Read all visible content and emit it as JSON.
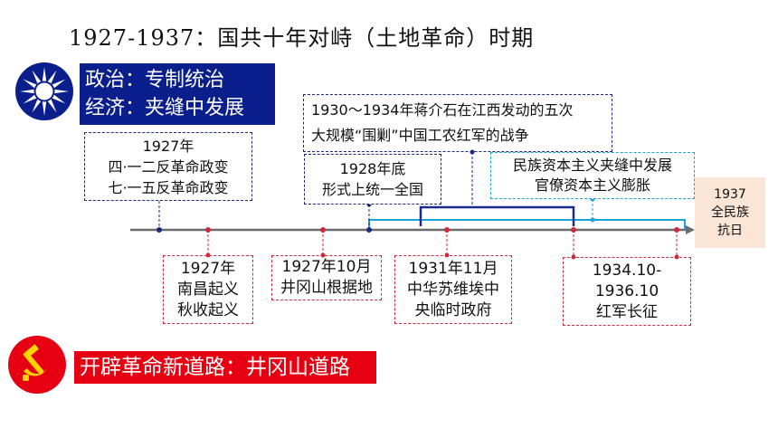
{
  "title": "1927-1937：国共十年对峙（土地革命）时期",
  "kmt": {
    "emblem": "kmt-emblem",
    "line1": "政治：专制统治",
    "line2": "经济：夹缝中发展"
  },
  "cpc": {
    "emblem": "hammer-sickle-emblem",
    "label": "开辟革命新道路：井冈山道路"
  },
  "above_events": {
    "e1927": {
      "year": "1927年",
      "line1": "四·一二反革命政变",
      "line2": "七·一五反革命政变"
    },
    "e1928": {
      "line1": "1928年底",
      "line2": "形式上统一全国"
    },
    "campaign": {
      "line1": "1930～1934年蒋介石在江西发动的五次",
      "line2": "大规模“围剿”中国工农红军的战争"
    },
    "capital": {
      "line1": "民族资本主义夹缝中发展",
      "line2": "官僚资本主义膨胀"
    },
    "e1937": {
      "line1": "1937",
      "line2": "全民族",
      "line3": "抗日"
    }
  },
  "below_events": {
    "nanchang": {
      "line1": "1927年",
      "line2": "南昌起义",
      "line3": "秋收起义"
    },
    "jinggang": {
      "line1": "1927年10月",
      "line2": "井冈山根据地"
    },
    "soviet": {
      "line1": "1931年11月",
      "line2": "中华苏维埃中",
      "line3": "央临时政府"
    },
    "march": {
      "line1": "1934.10-",
      "line2": "1936.10",
      "line3": "红军长征"
    }
  },
  "colors": {
    "kmt_blue": "#0a1e8c",
    "cpc_red": "#e60012",
    "timeline_gray": "#6b6b6b",
    "bracket_cyan": "#1aa5d6",
    "bracket_navy": "#1a2a8c",
    "marker_red": "#d0293a"
  }
}
